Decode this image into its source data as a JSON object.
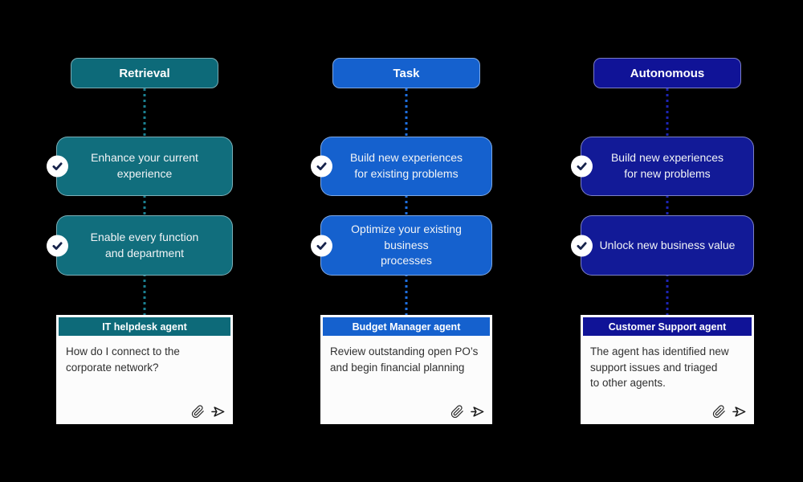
{
  "canvas": {
    "background": "#000000"
  },
  "columns": [
    {
      "title": "Retrieval",
      "accent": "#0d6a79",
      "card_color": "#116e7d",
      "line_color": "#1b8192",
      "features": [
        "Enhance your current\nexperience",
        "Enable every function\nand department"
      ],
      "agent": {
        "name": "IT helpdesk agent",
        "message": "How do I connect to the\ncorporate network?"
      }
    },
    {
      "title": "Task",
      "accent": "#1561ce",
      "card_color": "#1561ce",
      "line_color": "#1e6fe0",
      "features": [
        "Build new experiences\nfor existing problems",
        "Optimize your existing business\nprocesses"
      ],
      "agent": {
        "name": "Budget Manager agent",
        "message": "Review outstanding open PO’s\nand begin financial planning"
      }
    },
    {
      "title": "Autonomous",
      "accent": "#101397",
      "card_color": "#121a97",
      "line_color": "#1d24b5",
      "features": [
        "Build new experiences\nfor new problems",
        "Unlock new business value"
      ],
      "agent": {
        "name": "Customer Support agent",
        "message": "The agent has identified new\nsupport issues and triaged\nto other agents."
      }
    }
  ],
  "icon_names": {
    "check": "check-icon",
    "attachment": "paperclip-icon",
    "send": "send-icon"
  },
  "check_color": "#16224a",
  "icon_color": "#2b2b2b"
}
